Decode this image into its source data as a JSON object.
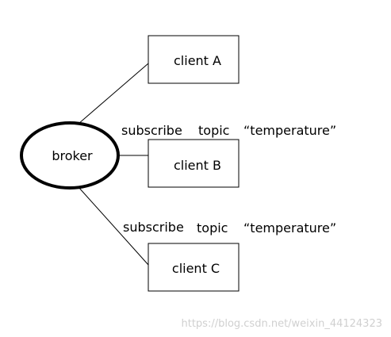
{
  "diagram": {
    "broker": {
      "label": "broker"
    },
    "clients": [
      {
        "label": "client A"
      },
      {
        "label": "client B"
      },
      {
        "label": "client C"
      }
    ],
    "edges": [
      {
        "from": "broker",
        "to": "client B",
        "subscribe_label": "subscribe",
        "topic_label": "topic",
        "topic_value": "“temperature”"
      },
      {
        "from": "broker",
        "to": "client C",
        "subscribe_label": "subscribe",
        "topic_label": "topic",
        "topic_value": "“temperature”"
      }
    ],
    "colors": {
      "stroke": "#000000",
      "background": "#ffffff",
      "watermark": "#d0d0d0"
    }
  },
  "watermark": {
    "text": "https://blog.csdn.net/weixin_44124323"
  }
}
